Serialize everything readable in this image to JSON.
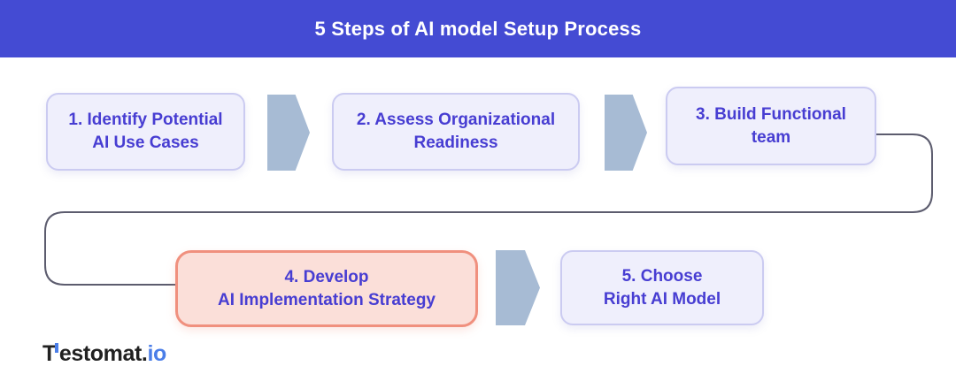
{
  "header": {
    "title": "5 Steps of AI model Setup Process"
  },
  "steps": [
    {
      "label": "1. Identify Potential\nAI Use Cases",
      "variant": "default"
    },
    {
      "label": "2. Assess Organizational\nReadiness",
      "variant": "default"
    },
    {
      "label": "3. Build Functional\nteam",
      "variant": "default"
    },
    {
      "label": "4. Develop\nAI Implementation Strategy",
      "variant": "highlighted"
    },
    {
      "label": "5. Choose\nRight AI Model",
      "variant": "default"
    }
  ],
  "logo": {
    "t": "T",
    "rest": "estomat.",
    "suffix": "io"
  },
  "palette": {
    "header_bg": "#444BD3",
    "header_text": "#FFFFFF",
    "box_fill": "#EFEFFC",
    "box_border": "#CBCBF1",
    "box_text": "#473DD2",
    "highlight_fill": "#FBDFD9",
    "highlight_border": "#F0907E",
    "arrow_fill": "#A7BBD4",
    "connector_stroke": "#5C5C6E",
    "logo_dark": "#212121",
    "logo_accent": "#4B7EE8",
    "background": "#FFFFFF"
  }
}
